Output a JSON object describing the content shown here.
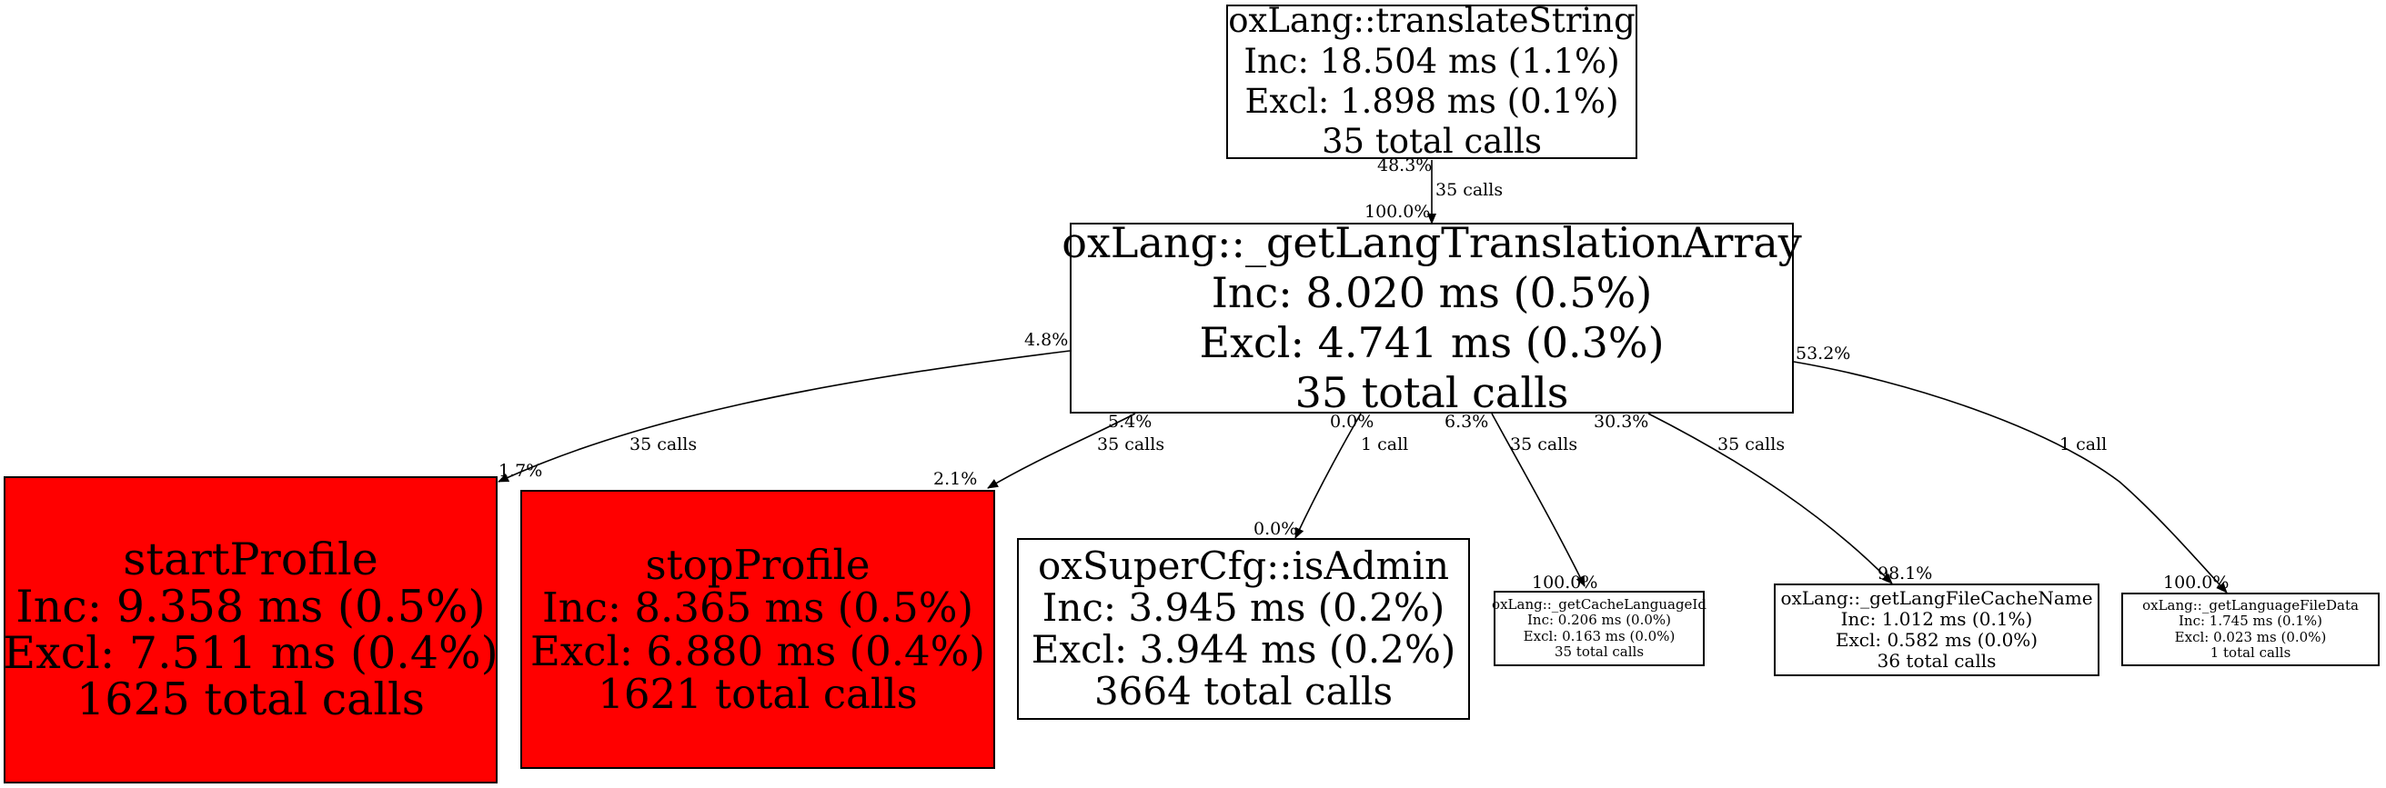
{
  "nodes": {
    "translate_string": {
      "name": "oxLang::translateString",
      "inc": "Inc: 18.504 ms (1.1%)",
      "excl": "Excl: 1.898 ms (0.1%)",
      "calls": "35 total calls"
    },
    "get_lang_translation_array": {
      "name": "oxLang::_getLangTranslationArray",
      "inc": "Inc: 8.020 ms (0.5%)",
      "excl": "Excl: 4.741 ms (0.3%)",
      "calls": "35 total calls"
    },
    "start_profile": {
      "name": "startProfile",
      "inc": "Inc: 9.358 ms (0.5%)",
      "excl": "Excl: 7.511 ms (0.4%)",
      "calls": "1625 total calls"
    },
    "stop_profile": {
      "name": "stopProfile",
      "inc": "Inc: 8.365 ms (0.5%)",
      "excl": "Excl: 6.880 ms (0.4%)",
      "calls": "1621 total calls"
    },
    "is_admin": {
      "name": "oxSuperCfg::isAdmin",
      "inc": "Inc: 3.945 ms (0.2%)",
      "excl": "Excl: 3.944 ms (0.2%)",
      "calls": "3664 total calls"
    },
    "get_cache_language_id": {
      "name": "oxLang::_getCacheLanguageId",
      "inc": "Inc: 0.206 ms (0.0%)",
      "excl": "Excl: 0.163 ms (0.0%)",
      "calls": "35 total calls"
    },
    "get_lang_file_cache_name": {
      "name": "oxLang::_getLangFileCacheName",
      "inc": "Inc: 1.012 ms (0.1%)",
      "excl": "Excl: 0.582 ms (0.0%)",
      "calls": "36 total calls"
    },
    "get_language_file_data": {
      "name": "oxLang::_getLanguageFileData",
      "inc": "Inc: 1.745 ms (0.1%)",
      "excl": "Excl: 0.023 ms (0.0%)",
      "calls": "1 total calls"
    }
  },
  "edges": {
    "translate_to_array": {
      "src_pct": "48.3%",
      "calls": "35 calls",
      "dst_pct": "100.0%"
    },
    "array_to_start": {
      "src_pct": "4.8%",
      "calls": "35 calls",
      "dst_pct": "1.7%"
    },
    "array_to_stop": {
      "src_pct": "5.4%",
      "calls": "35 calls",
      "dst_pct": "2.1%"
    },
    "array_to_admin": {
      "src_pct": "0.0%",
      "calls": "1 call",
      "dst_pct": "0.0%"
    },
    "array_to_cache_id": {
      "src_pct": "6.3%",
      "calls": "35 calls",
      "dst_pct": "100.0%"
    },
    "array_to_cache_name": {
      "src_pct": "30.3%",
      "calls": "35 calls",
      "dst_pct": "98.1%"
    },
    "array_to_file_data": {
      "src_pct": "53.2%",
      "calls": "1 call",
      "dst_pct": "100.0%"
    }
  },
  "colors": {
    "hot_node": "#ff0000",
    "normal_node": "#ffffff",
    "edge": "#000000"
  }
}
